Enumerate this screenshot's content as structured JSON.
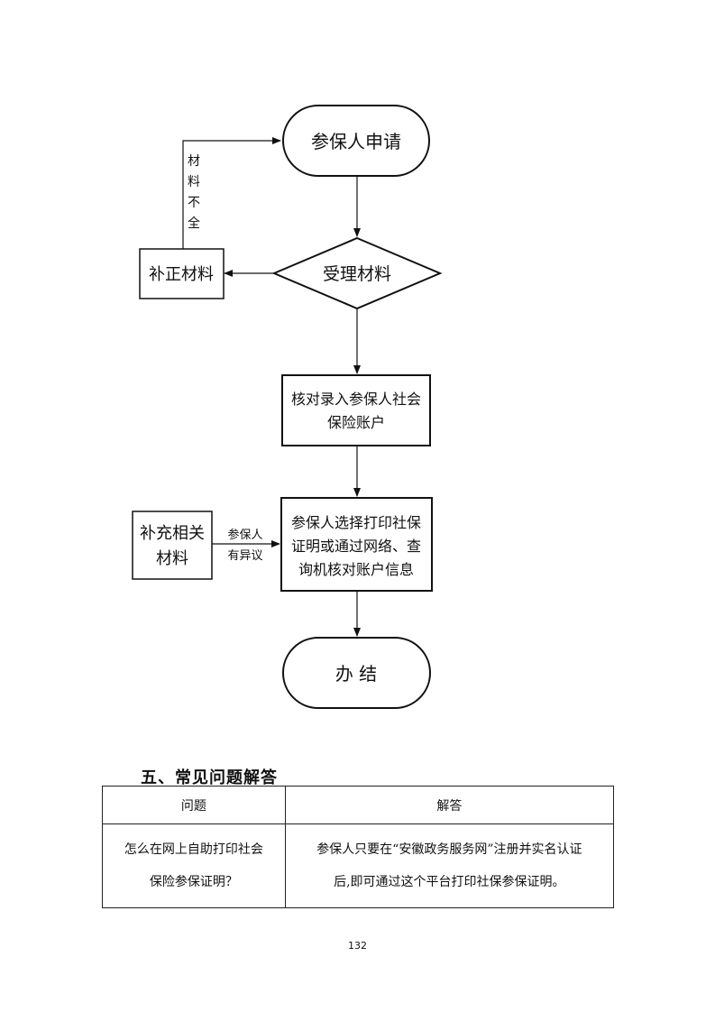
{
  "flowchart": {
    "start": "参保人申请",
    "accept": "受理材料",
    "feedback_label": [
      "材",
      "料",
      "不",
      "全"
    ],
    "supplement": "补正材料",
    "verify": [
      "核对录入参保人社会",
      "保险账户"
    ],
    "print": [
      "参保人选择打印社保",
      "证明或通过网络、查",
      "询机核对账户信息"
    ],
    "extra_materials": [
      "补充相关",
      "材料"
    ],
    "objection_label": [
      "参保人",
      "有异议"
    ],
    "end": "办 结"
  },
  "section": {
    "title": "五、常见问题解答"
  },
  "faq": {
    "headers": {
      "question": "问题",
      "answer": "解答"
    },
    "rows": [
      {
        "question": [
          "怎么在网上自助打印社会",
          "保险参保证明？"
        ],
        "answer": [
          "参保人只要在“安徽政务服务网”注册并实名认证",
          "后,即可通过这个平台打印社保参保证明。"
        ]
      }
    ]
  },
  "page_number": "132"
}
